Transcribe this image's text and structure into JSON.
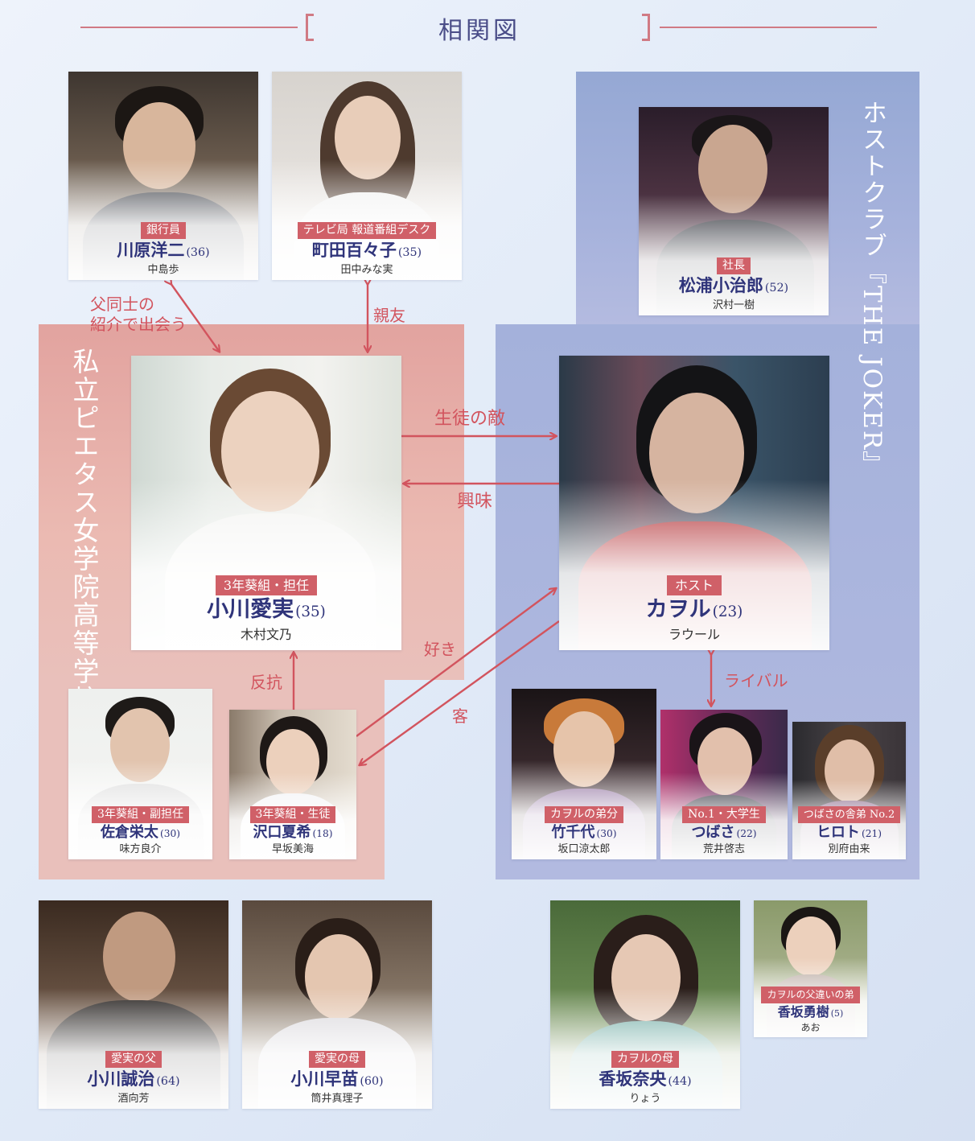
{
  "title": "相関図",
  "colors": {
    "accent": "#d06068",
    "name": "#2f347a",
    "school": "#e6afa9",
    "host": "#a2b0da",
    "arrow": "#d2545e"
  },
  "groups": {
    "school": "私立ピエタス女学院高等学校",
    "host": "ホストクラブ『THE JOKER』"
  },
  "people": {
    "kawahara": {
      "role": "銀行員",
      "name": "川原洋二",
      "age": "(36)",
      "actor": "中島歩"
    },
    "machida": {
      "role": "テレビ局 報道番組デスク",
      "name": "町田百々子",
      "age": "(35)",
      "actor": "田中みな実"
    },
    "matsuura": {
      "role": "社長",
      "name": "松浦小治郎",
      "age": "(52)",
      "actor": "沢村一樹"
    },
    "ogawa_manami": {
      "role": "3年葵組・担任",
      "name": "小川愛実",
      "age": "(35)",
      "actor": "木村文乃"
    },
    "kaoru": {
      "role": "ホスト",
      "name": "カヲル",
      "age": "(23)",
      "actor": "ラウール"
    },
    "sakura": {
      "role": "3年葵組・副担任",
      "name": "佐倉栄太",
      "age": "(30)",
      "actor": "味方良介"
    },
    "sawaguchi": {
      "role": "3年葵組・生徒",
      "name": "沢口夏希",
      "age": "(18)",
      "actor": "早坂美海"
    },
    "takechiyo": {
      "role": "カヲルの弟分",
      "name": "竹千代",
      "age": "(30)",
      "actor": "坂口涼太郎"
    },
    "tsubasa": {
      "role": "No.1・大学生",
      "name": "つばさ",
      "age": "(22)",
      "actor": "荒井啓志"
    },
    "hiroto": {
      "role": "つばさの舎弟 No.2",
      "name": "ヒロト",
      "age": "(21)",
      "actor": "別府由来"
    },
    "ogawa_seiji": {
      "role": "愛実の父",
      "name": "小川誠治",
      "age": "(64)",
      "actor": "酒向芳"
    },
    "ogawa_sanae": {
      "role": "愛実の母",
      "name": "小川早苗",
      "age": "(60)",
      "actor": "筒井真理子"
    },
    "kousaka_nao": {
      "role": "カヲルの母",
      "name": "香坂奈央",
      "age": "(44)",
      "actor": "りょう"
    },
    "kousaka_yuuki": {
      "role": "カヲルの父違いの弟",
      "name": "香坂勇樹",
      "age": "(5)",
      "actor": "あお"
    }
  },
  "relations": {
    "father_intro": "父同士の\n紹介で出会う",
    "best_friend": "親友",
    "enemy": "生徒の敵",
    "interest": "興味",
    "like": "好き",
    "customer": "客",
    "rebel": "反抗",
    "rival": "ライバル"
  }
}
